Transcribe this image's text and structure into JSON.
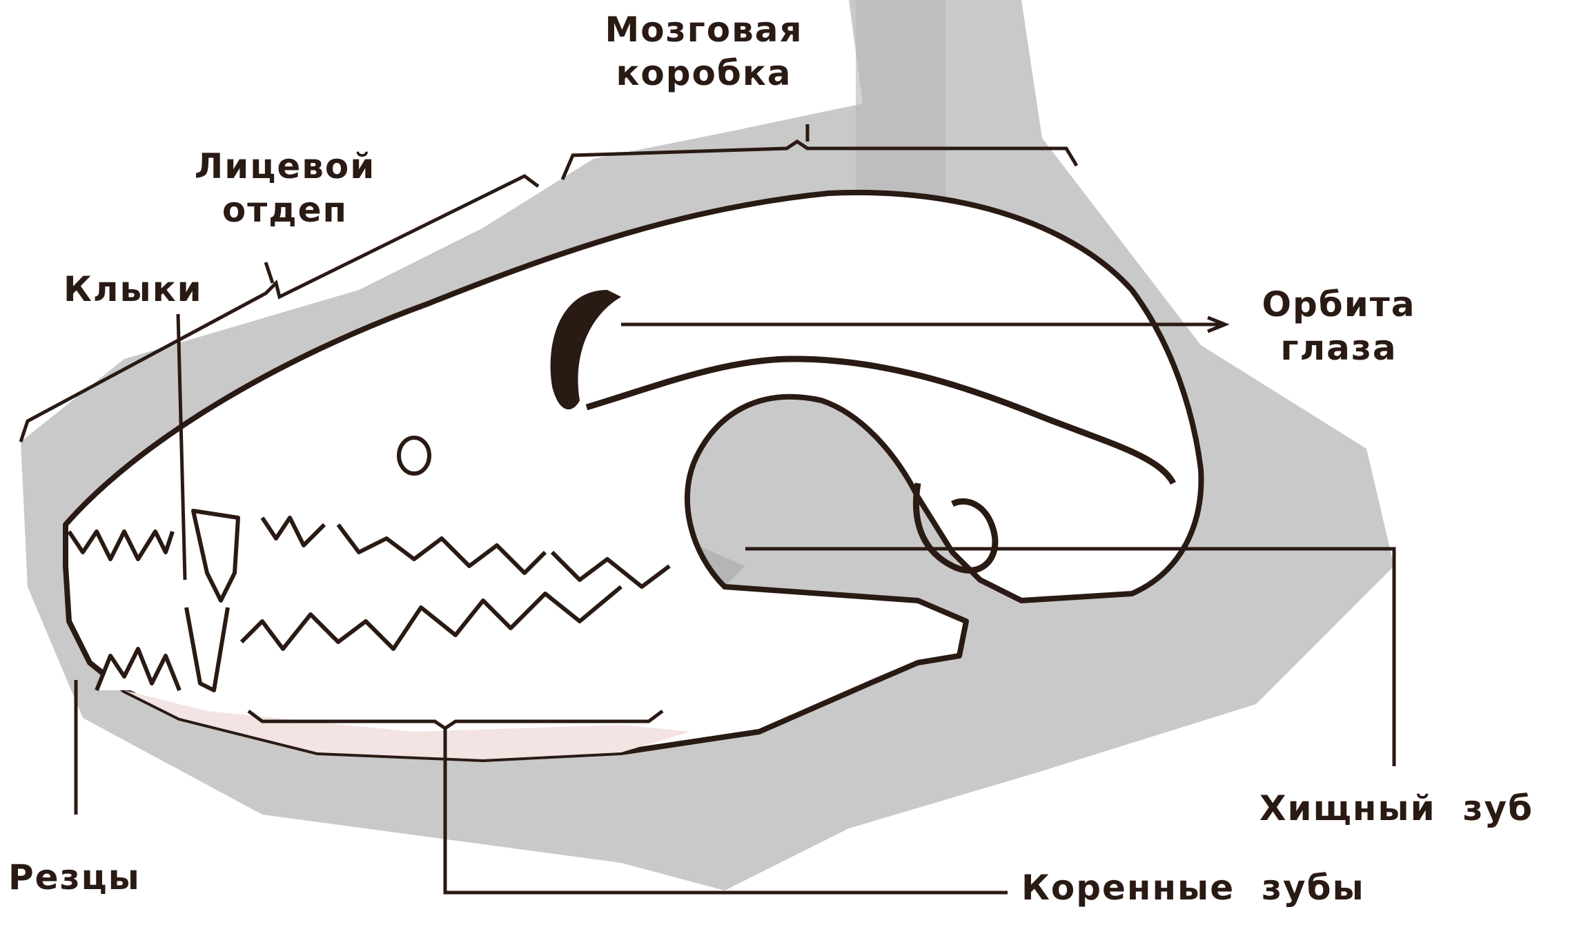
{
  "labels": {
    "brain_case": [
      "Мозговая",
      "коробка"
    ],
    "facial_section": [
      "Лицевой",
      "отдеп"
    ],
    "canines": "Клыки",
    "eye_orbit": [
      "Орбита",
      "глаза"
    ],
    "carnassial": "Хищный  зуб",
    "incisors": "Резцы",
    "molars": "Коренные  зубы"
  },
  "colors": {
    "ink": "#2a1a14",
    "shadow": "#c9c9c9",
    "teeth_shade": "#b5b5b5",
    "jaw_tint": "#f3e3e3"
  }
}
